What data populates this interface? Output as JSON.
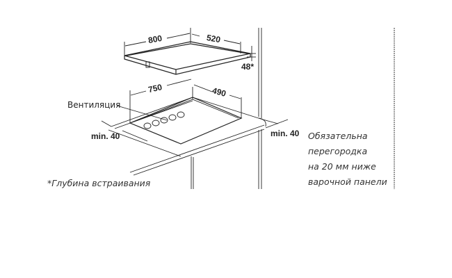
{
  "dimensions": {
    "hob_width": "800",
    "hob_depth": "520",
    "hob_height": "48*",
    "cutout_width": "750",
    "cutout_depth": "490",
    "min_left": "min. 40",
    "min_right": "min. 40"
  },
  "labels": {
    "ventilation": "Вентиляция",
    "footnote": "*Глубина встраивания",
    "partition_note": [
      "Обязательна",
      "перегородка",
      "на 20 мм ниже",
      "варочной панели"
    ]
  }
}
